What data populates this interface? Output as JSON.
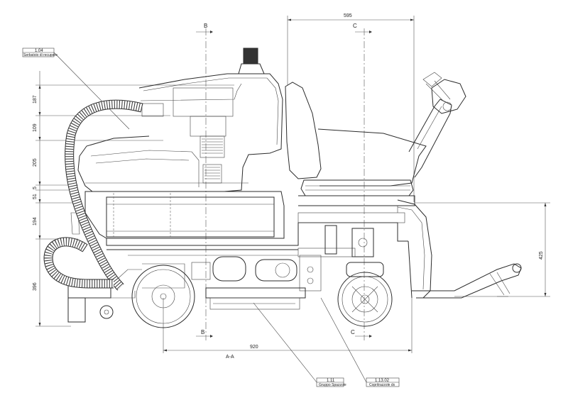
{
  "dimensions": {
    "top_width": "595",
    "bottom_width": "920",
    "left_1": "187",
    "left_2": "109",
    "left_3": "205",
    "left_4": "5",
    "left_5": "51",
    "left_6": "194",
    "left_7": "396",
    "right_height": "425"
  },
  "sections": {
    "b_top": "B",
    "b_bottom": "B",
    "c_top": "C",
    "c_bottom": "C",
    "view_label": "A-A"
  },
  "callouts": [
    {
      "number": "1.04",
      "text": "Serbatoio di recupero"
    },
    {
      "number": "1.11",
      "text": "Gruppo Spazzole"
    },
    {
      "number": "1.13.02",
      "text": "Copritrazzole dx"
    }
  ]
}
